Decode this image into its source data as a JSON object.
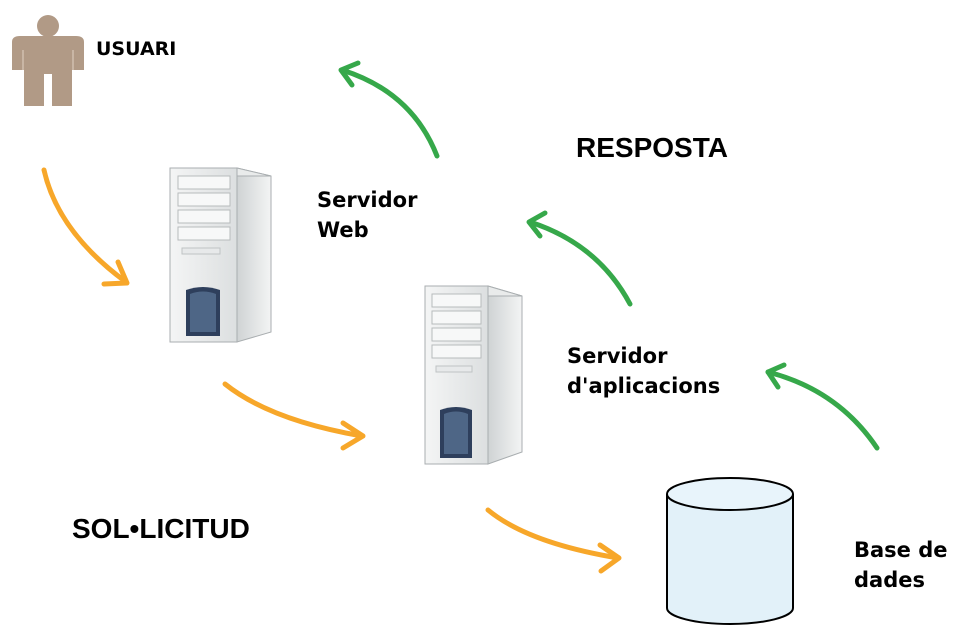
{
  "labels": {
    "usuari": "USUARI",
    "servidor_web": "Servidor\nWeb",
    "servidor_aplicacions": "Servidor\nd'aplicacions",
    "base_de_dades": "Base de\ndades",
    "resposta": "RESPOSTA",
    "sollicitud": "SOL•LICITUD"
  },
  "icons": {
    "user": "person-icon",
    "web_server": "server-tower-icon",
    "app_server": "server-tower-icon",
    "database": "database-cylinder-icon"
  },
  "colors": {
    "request_arrow": "#f7a72a",
    "response_arrow": "#36a84a",
    "user_figure": "#b19a86",
    "database_fill": "#e2f1f9"
  }
}
